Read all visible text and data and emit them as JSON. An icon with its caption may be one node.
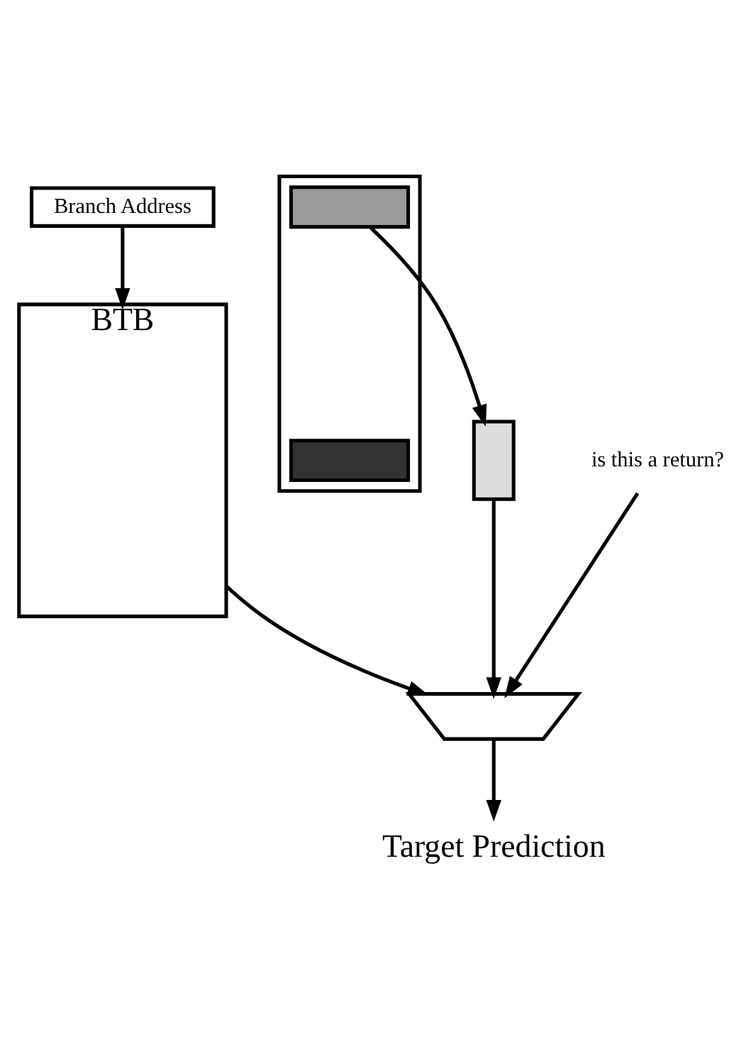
{
  "diagram": {
    "nodes": [
      {
        "text": [
          "Branch Address"
        ]
      },
      {
        "text": [
          "BTB"
        ]
      },
      {
        "text": [],
        "shape": "box"
      },
      {
        "text": [],
        "shape": "box"
      },
      {
        "text": [],
        "shape": "box",
        "in": 3
      },
      {
        "text": [],
        "shape": "box",
        "in": 3
      },
      {
        "text": [],
        "shape": "trapezoid"
      },
      {
        "text": [
          "is this a return?"
        ]
      },
      {
        "text": [
          "Target Prediction"
        ]
      }
    ],
    "edges": [
      {
        "from": 0,
        "to": 1,
        "arrow": "to"
      },
      {
        "from": 4,
        "to": 2,
        "arrow": "to"
      },
      {
        "from": 2,
        "to": 6,
        "arrow": "to"
      },
      {
        "from": 1,
        "to": 6,
        "arrow": "to"
      },
      {
        "from": 7,
        "to": 6,
        "arrow": "to"
      },
      {
        "from": 6,
        "to": 8,
        "arrow": "to"
      }
    ]
  }
}
